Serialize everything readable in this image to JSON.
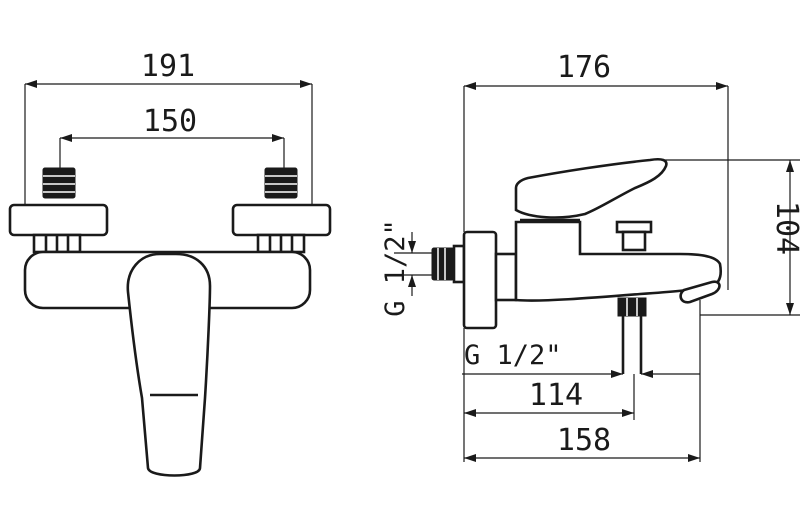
{
  "front_view": {
    "overall_width": "191",
    "inlet_spacing": "150"
  },
  "side_view": {
    "overall_depth": "176",
    "height": "104",
    "outlet_thread": "G 1/2\"",
    "inlet_thread": "G 1/2\"",
    "outlet_offset": "114",
    "spout_reach": "158"
  }
}
